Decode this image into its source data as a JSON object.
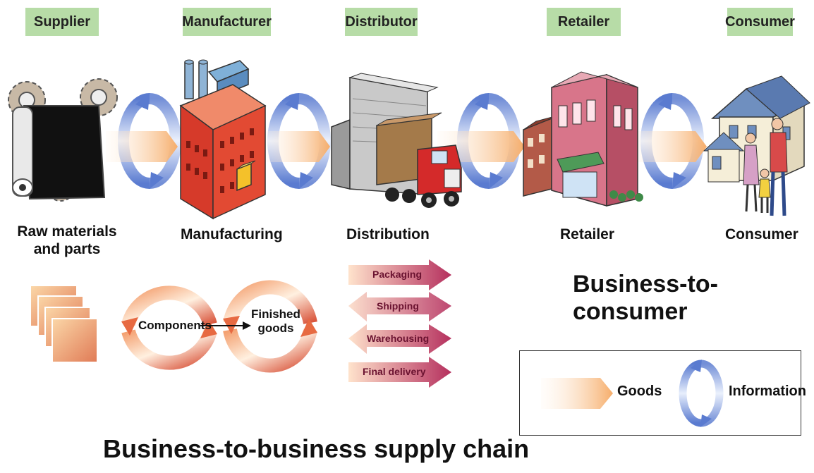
{
  "stage_labels": {
    "supplier": "Supplier",
    "manufacturer": "Manufacturer",
    "distributor": "Distributor",
    "retailer": "Retailer",
    "consumer": "Consumer"
  },
  "captions": {
    "raw_line1": "Raw materials",
    "raw_line2": "and parts",
    "manufacturing": "Manufacturing",
    "distribution": "Distribution",
    "retailer": "Retailer",
    "consumer": "Consumer"
  },
  "cycle": {
    "components": "Components",
    "finished_line1": "Finished",
    "finished_line2": "goods"
  },
  "distribution_steps": [
    "Packaging",
    "Shipping",
    "Warehousing",
    "Final delivery"
  ],
  "section_titles": {
    "b2c": "Business-to-consumer",
    "b2b": "Business-to-business supply chain"
  },
  "legend": {
    "goods": "Goods",
    "information": "Information"
  },
  "colors": {
    "tag_green": "#b7dca7",
    "goods_orange": "#f6ad6a",
    "info_blue": "#6f8fd8",
    "step_arrow": "#b5305e",
    "factory_red": "#e24a33",
    "truck_red": "#d42a2a"
  }
}
